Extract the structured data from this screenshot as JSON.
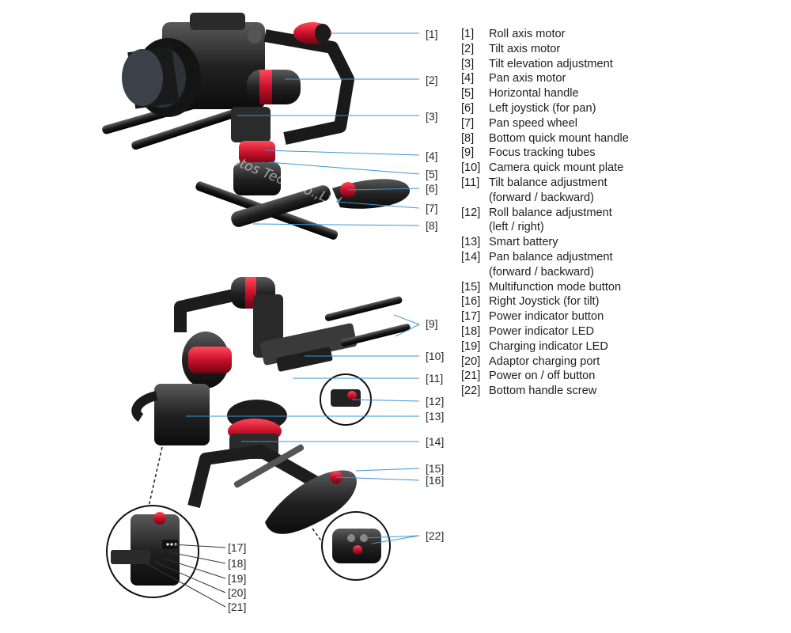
{
  "watermark": "Top-Fotos Tech Co.,Ltd",
  "callouts": [
    "[1]",
    "[2]",
    "[3]",
    "[4]",
    "[5]",
    "[6]",
    "[7]",
    "[8]",
    "[9]",
    "[10]",
    "[11]",
    "[12]",
    "[13]",
    "[14]",
    "[15]",
    "[16]",
    "[17]",
    "[18]",
    "[19]",
    "[20]",
    "[21]",
    "[22]"
  ],
  "legend": [
    {
      "num": "[1]",
      "text": "Roll axis motor"
    },
    {
      "num": "[2]",
      "text": "Tilt axis motor"
    },
    {
      "num": "[3]",
      "text": "Tilt elevation adjustment"
    },
    {
      "num": "[4]",
      "text": "Pan axis motor"
    },
    {
      "num": "[5]",
      "text": "Horizontal handle"
    },
    {
      "num": "[6]",
      "text": "Left joystick (for pan)"
    },
    {
      "num": "[7]",
      "text": "Pan speed wheel"
    },
    {
      "num": "[8]",
      "text": "Bottom quick mount handle"
    },
    {
      "num": "[9]",
      "text": "Focus tracking tubes"
    },
    {
      "num": "[10]",
      "text": "Camera quick mount plate"
    },
    {
      "num": "[11]",
      "text": "Tilt balance adjustment\n(forward / backward)"
    },
    {
      "num": "[12]",
      "text": "Roll balance adjustment\n(left / right)"
    },
    {
      "num": "[13]",
      "text": "Smart battery"
    },
    {
      "num": "[14]",
      "text": "Pan balance adjustment\n(forward / backward)"
    },
    {
      "num": "[15]",
      "text": "Multifunction mode button"
    },
    {
      "num": "[16]",
      "text": "Right Joystick (for tilt)"
    },
    {
      "num": "[17]",
      "text": "Power indicator  button"
    },
    {
      "num": "[18]",
      "text": "Power indicator LED"
    },
    {
      "num": "[19]",
      "text": "Charging indicator LED"
    },
    {
      "num": "[20]",
      "text": "Adaptor charging port"
    },
    {
      "num": "[21]",
      "text": "Power on / off button"
    },
    {
      "num": "[22]",
      "text": "Bottom handle screw"
    }
  ],
  "colors": {
    "accent": "#d0142c",
    "leader": "#3d95d6",
    "body": "#1c1c1c",
    "metal": "#4a4a4a"
  }
}
